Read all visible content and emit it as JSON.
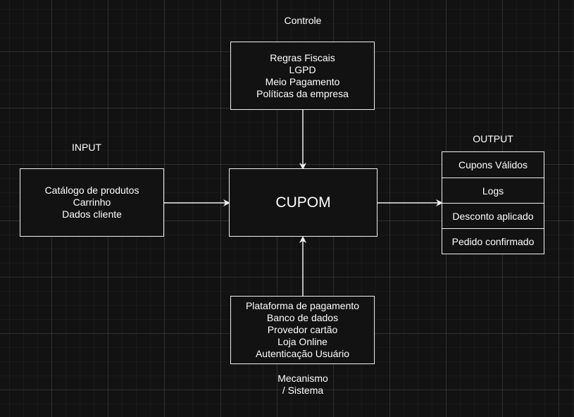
{
  "labels": {
    "control": "Controle",
    "input": "INPUT",
    "output": "OUTPUT",
    "mechanism_line1": "Mecanismo",
    "mechanism_line2": "/ Sistema"
  },
  "control_box": {
    "lines": [
      "Regras Fiscais",
      "LGPD",
      "Meio Pagamento",
      "Políticas da empresa"
    ]
  },
  "input_box": {
    "lines": [
      "Catálogo de produtos",
      "Carrinho",
      "Dados cliente"
    ]
  },
  "main_box": {
    "title": "CUPOM"
  },
  "mechanism_box": {
    "lines": [
      "Plataforma de pagamento",
      "Banco de dados",
      "Provedor cartão",
      "Loja Online",
      "Autenticação Usuário"
    ]
  },
  "output_list": {
    "items": [
      "Cupons Válidos",
      "Logs",
      "Desconto aplicado",
      "Pedido confirmado"
    ]
  },
  "colors": {
    "background": "#121212",
    "stroke": "#f0f0f0",
    "text": "#ffffff"
  }
}
